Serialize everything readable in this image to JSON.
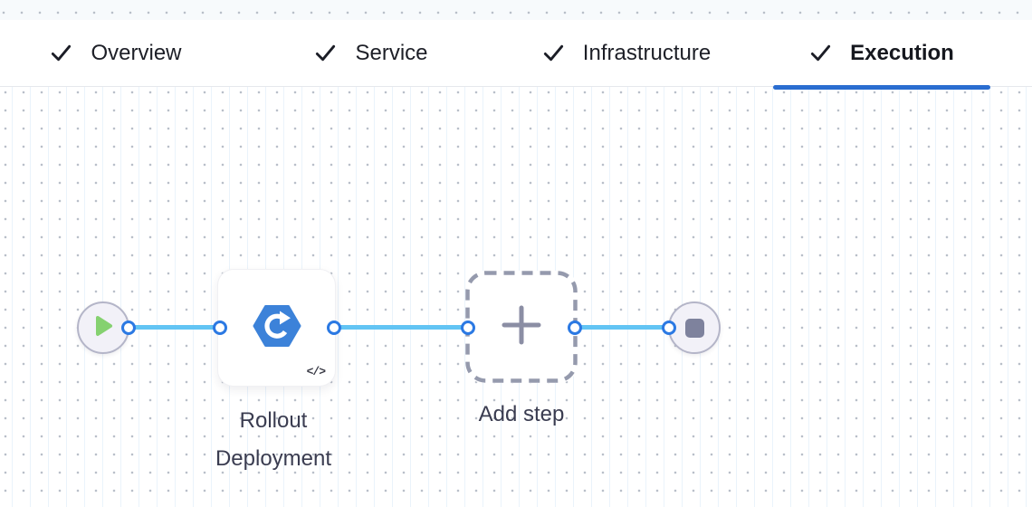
{
  "tabs": [
    {
      "label": "Overview",
      "completed": true,
      "active": false
    },
    {
      "label": "Service",
      "completed": true,
      "active": false
    },
    {
      "label": "Infrastructure",
      "completed": true,
      "active": false
    },
    {
      "label": "Execution",
      "completed": true,
      "active": true
    }
  ],
  "canvas": {
    "start_node": {
      "icon": "play-icon"
    },
    "step_node": {
      "label": "Rollout Deployment",
      "icon": "rollout-deployment-icon",
      "badge": "</>"
    },
    "add_step_node": {
      "label": "Add step",
      "icon": "plus-icon"
    },
    "end_node": {
      "icon": "stop-icon"
    }
  },
  "colors": {
    "accent_blue": "#2a6dd0",
    "connector_blue": "#62c4f4",
    "port_border_blue": "#2b79e3",
    "node_fill": "#f2f1f8",
    "node_border": "#b4b5c8",
    "play_green": "#85d170",
    "step_icon_blue": "#3c82d9",
    "neutral_gray": "#8b8ea4",
    "dashed_border": "#959aad",
    "label_color": "#3a3c50",
    "tab_text": "#1d1f27"
  }
}
